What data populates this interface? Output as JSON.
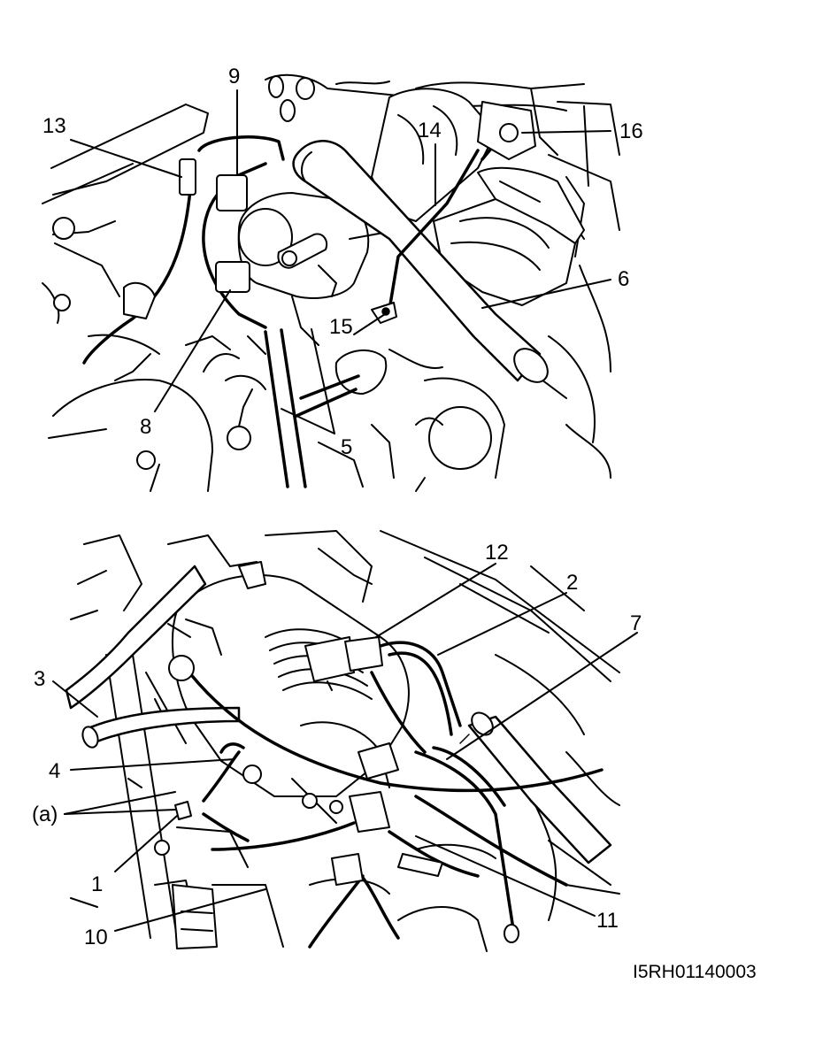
{
  "upper_view": {
    "callouts": {
      "c13": "13",
      "c9": "9",
      "c14": "14",
      "c16": "16",
      "c6": "6",
      "c15": "15",
      "c8": "8",
      "c5": "5"
    }
  },
  "lower_view": {
    "callouts": {
      "c12": "12",
      "c2": "2",
      "c7": "7",
      "c3": "3",
      "c4": "4",
      "ca": "(a)",
      "c1": "1",
      "c10": "10",
      "c11": "11"
    }
  },
  "figure_code": "I5RH01140003"
}
